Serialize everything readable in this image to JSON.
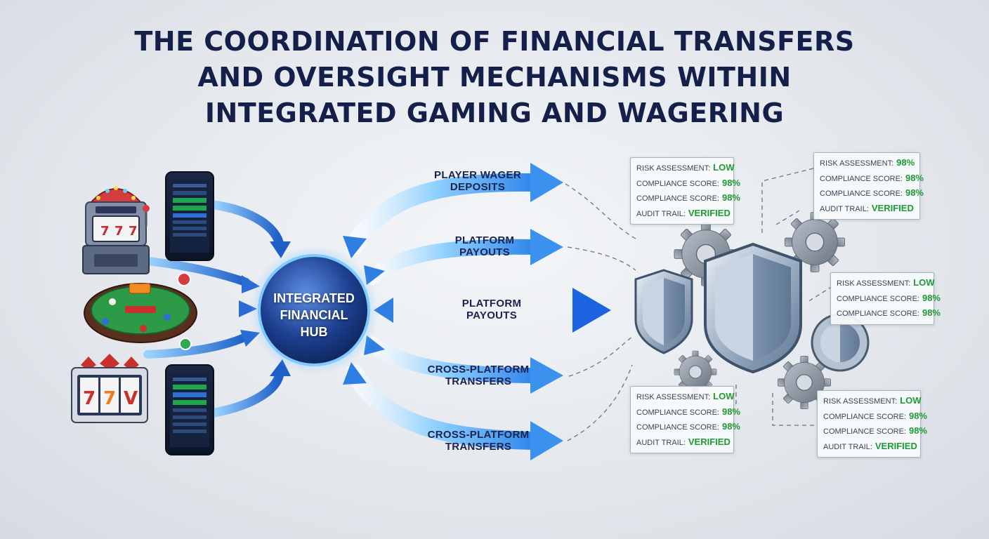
{
  "title_lines": [
    "The Coordination of Financial Transfers",
    "and Oversight Mechanisms within",
    "Integrated Gaming and Wagering"
  ],
  "hub": {
    "lines": [
      "Integrated",
      "Financial",
      "Hub"
    ]
  },
  "flows": [
    {
      "lines": [
        "Player Wager",
        "Deposits"
      ]
    },
    {
      "lines": [
        "Platform",
        "Payouts"
      ]
    },
    {
      "lines": [
        "Platform",
        "Payouts"
      ]
    },
    {
      "lines": [
        "Cross-Platform",
        "Transfers"
      ]
    },
    {
      "lines": [
        "Cross-Platform",
        "Transfers"
      ]
    }
  ],
  "oversight_cards": [
    {
      "rows": [
        {
          "label": "Risk Assessment:",
          "value": "Low"
        },
        {
          "label": "Compliance Score:",
          "value": "98%"
        },
        {
          "label": "Compliance Score:",
          "value": "98%"
        },
        {
          "label": "Audit Trail:",
          "value": "Verified"
        }
      ]
    },
    {
      "rows": [
        {
          "label": "Risk Assessment:",
          "value": "98%"
        },
        {
          "label": "Compliance Score:",
          "value": "98%"
        },
        {
          "label": "Compliance Score:",
          "value": "98%"
        },
        {
          "label": "Audit Trail:",
          "value": "Verified"
        }
      ]
    },
    {
      "rows": [
        {
          "label": "Risk Assessment:",
          "value": "Low"
        },
        {
          "label": "Compliance Score:",
          "value": "98%"
        },
        {
          "label": "Compliance Score:",
          "value": "98%"
        }
      ]
    },
    {
      "rows": [
        {
          "label": "Risk Assessment:",
          "value": "Low"
        },
        {
          "label": "Compliance Score:",
          "value": "98%"
        },
        {
          "label": "Compliance Score:",
          "value": "98%"
        },
        {
          "label": "Audit Trail:",
          "value": "Verified"
        }
      ]
    },
    {
      "rows": [
        {
          "label": "Risk Assessment:",
          "value": "Low"
        },
        {
          "label": "Compliance Score:",
          "value": "98%"
        },
        {
          "label": "Compliance Score:",
          "value": "98%"
        },
        {
          "label": "Audit Trail:",
          "value": "Verified"
        }
      ]
    }
  ],
  "colors": {
    "title": "#141f4a",
    "arrow_light": "#8fd0ff",
    "arrow_dark": "#1e5fc7",
    "hub": "#1d3f8f",
    "verified_green": "#1f9a34"
  },
  "icons": [
    "slot-machine-icon",
    "poker-table-icon",
    "mobile-app-icon",
    "shield-icon",
    "gear-icon"
  ]
}
